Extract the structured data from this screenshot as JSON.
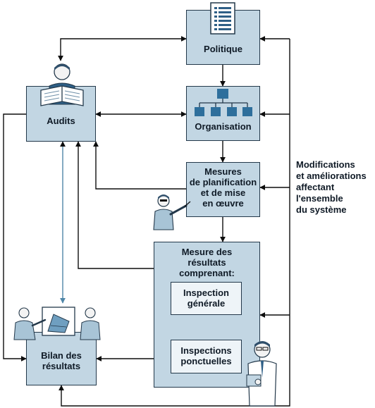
{
  "nodes": {
    "politique": "Politique",
    "audits": "Audits",
    "organisation": "Organisation",
    "mesures": "Mesures\nde planification\net de mise\nen œuvre",
    "mesure_resultats": "Mesure des\nrésultats\ncomprenant:",
    "inspection_generale": "Inspection\ngénérale",
    "inspections_ponctuelles": "Inspections\nponctuelles",
    "bilan": "Bilan des\nrésultats"
  },
  "side_note": "Modifications\net améliorations\naffectant\nl'ensemble\ndu système",
  "icons": [
    "document-icon",
    "org-chart-icon",
    "person-reading-icon",
    "presenter-icon",
    "meeting-board-icon",
    "inspector-icon"
  ],
  "colors": {
    "box_fill": "#c2d6e3",
    "inner_fill": "#eef4f8",
    "line": "#0d0d0d",
    "accent_arrow": "#4f86a8"
  }
}
